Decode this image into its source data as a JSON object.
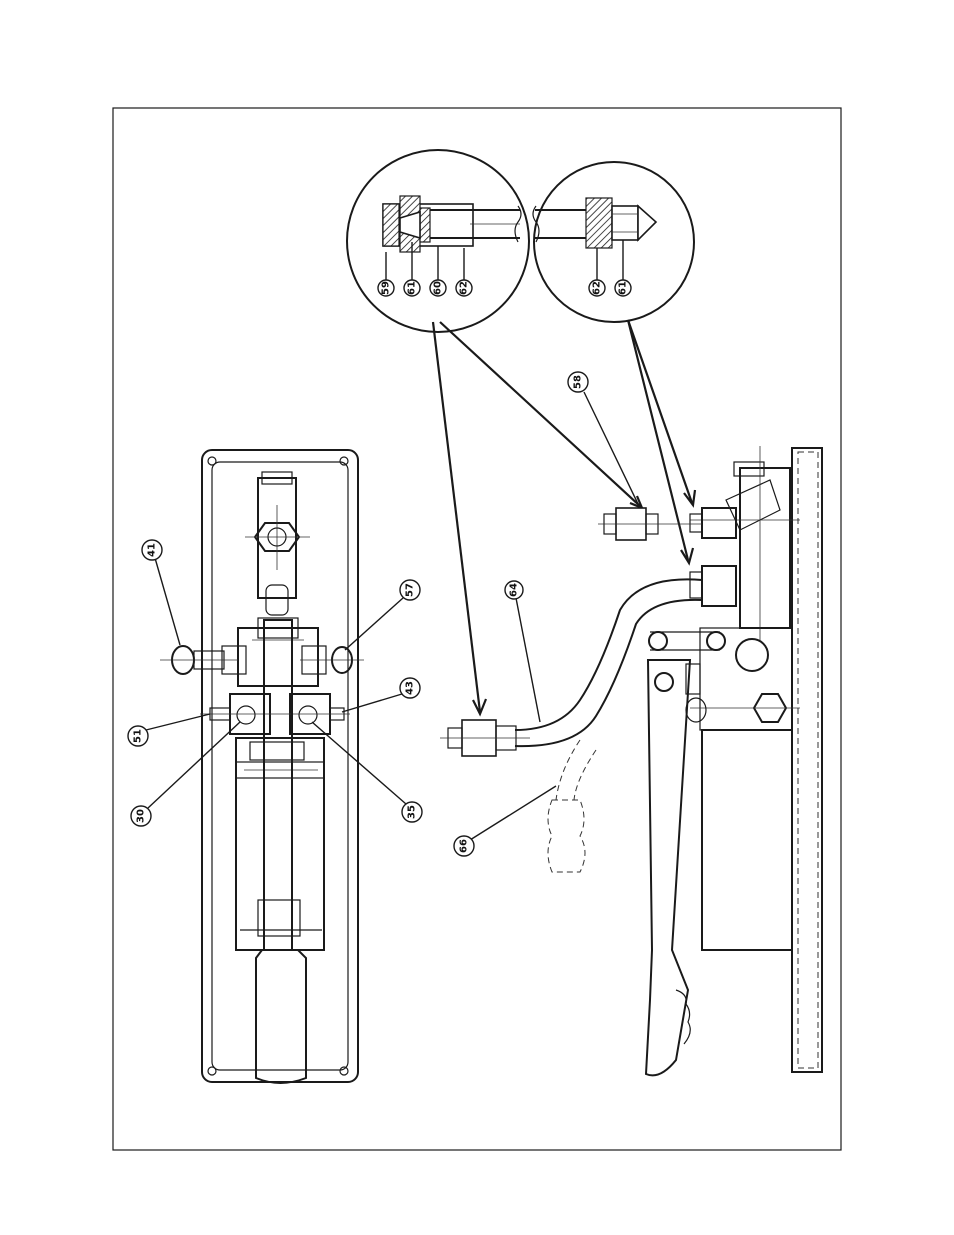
{
  "callouts": {
    "detail_left": [
      "59",
      "61",
      "60",
      "62"
    ],
    "detail_right": [
      "62",
      "61"
    ],
    "top_view": {
      "c41": "41",
      "c57": "57",
      "c43": "43",
      "c51": "51",
      "c30": "30",
      "c35": "35"
    },
    "side_view": {
      "c58": "58",
      "c64": "64",
      "c66": "66"
    }
  }
}
